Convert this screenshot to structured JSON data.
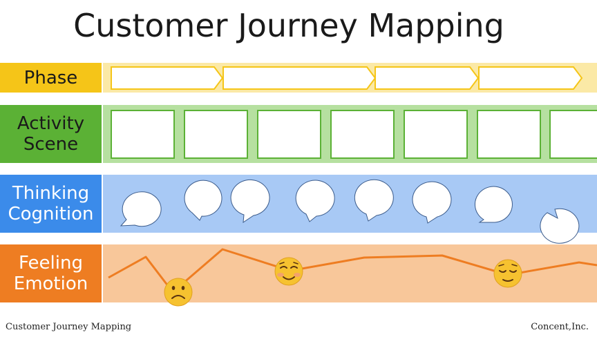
{
  "title": "Customer Journey Mapping",
  "rows": [
    {
      "key": "phase",
      "lines": [
        "Phase"
      ],
      "label_color": "#F5C518",
      "band_color": "#FBE9A6",
      "text_color": "#1a1a1a"
    },
    {
      "key": "activity",
      "lines": [
        "Activity",
        "Scene"
      ],
      "label_color": "#5BB135",
      "band_color": "#B6E0A0",
      "text_color": "#1a1a1a"
    },
    {
      "key": "thinking",
      "lines": [
        "Thinking",
        "Cognition"
      ],
      "label_color": "#3B8BEA",
      "band_color": "#A8C9F5",
      "text_color": "#ffffff"
    },
    {
      "key": "feeling",
      "lines": [
        "Feeling",
        "Emotion"
      ],
      "label_color": "#EE7D22",
      "band_color": "#F8C79A",
      "text_color": "#ffffff"
    }
  ],
  "phase_arrow_color": "#F5C518",
  "activity_box_color": "#5BB135",
  "emotion_line_color": "#EE7D22",
  "emotion_faces": [
    "sad-face",
    "smiling-face",
    "relieved-face"
  ],
  "footer": {
    "left": "Customer Journey Mapping",
    "right": "Concent,Inc."
  }
}
